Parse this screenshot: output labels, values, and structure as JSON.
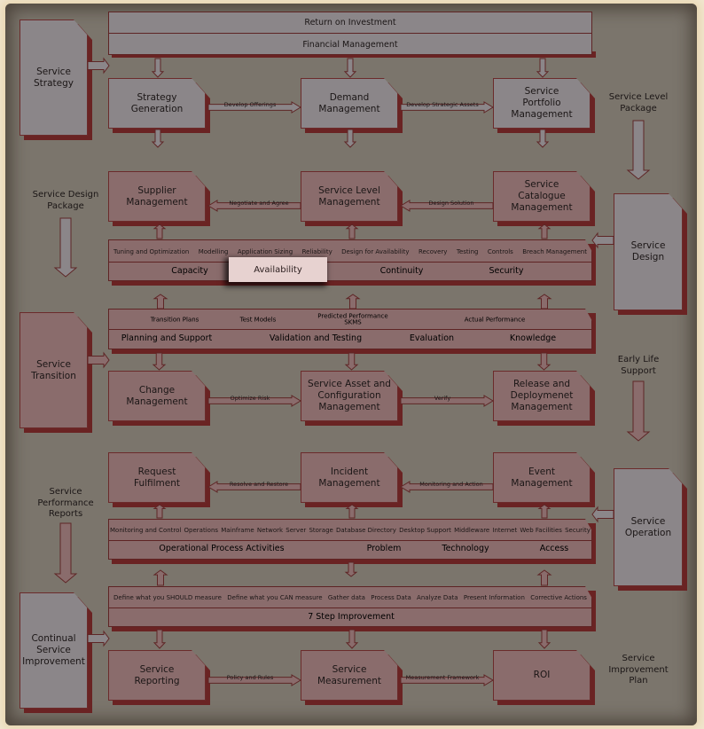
{
  "colors": {
    "background": "#7b756c",
    "grey_box": "#8b8689",
    "red_box": "#8a6c6c",
    "shadow": "#6a2323",
    "highlight": "#e7d2d0"
  },
  "strategy": {
    "side_label": "Service\nStrategy",
    "band_rows": [
      "Return on Investment",
      "Financial Management"
    ],
    "processes": [
      "Strategy\nGeneration",
      "Demand\nManagement",
      "Service\nPortfolio\nManagement"
    ],
    "flows": [
      "Develop Offerings",
      "Develop Strategic Assets"
    ],
    "right_note": "Service Level\nPackage"
  },
  "design": {
    "left_note": "Service Design\nPackage",
    "processes": [
      "Supplier\nManagement",
      "Service Level\nManagement",
      "Service\nCatalogue\nManagement"
    ],
    "flows": [
      "Negotiate and Agree",
      "Design Solution"
    ],
    "activities": [
      "Tuning and Optimization",
      "Modelling",
      "Application Sizing",
      "Reliability",
      "Design for Availability",
      "Recovery",
      "Testing",
      "Controls",
      "Breach Management"
    ],
    "areas": [
      "Capacity",
      "Availability",
      "Continuity",
      "Security"
    ],
    "highlighted_area": "Availability",
    "side_label": "Service\nDesign"
  },
  "transition": {
    "activities": [
      "Transition Plans",
      "Test Models",
      "Predicted Performance\nSKMS",
      "Actual Performance"
    ],
    "areas": [
      "Planning and Support",
      "Validation and Testing",
      "Evaluation",
      "Knowledge"
    ],
    "side_label": "Service\nTransition",
    "processes": [
      "Change\nManagement",
      "Service Asset and\nConfiguration\nManagement",
      "Release and\nDeploymenet\nManagement"
    ],
    "flows": [
      "Optimize Risk",
      "Verify"
    ],
    "right_note": "Early Life\nSupport"
  },
  "operation": {
    "processes": [
      "Request\nFulfilment",
      "Incident\nManagement",
      "Event\nManagement"
    ],
    "flows": [
      "Resolve and Restore",
      "Monitoring and Action"
    ],
    "left_note": "Service\nPerformance\nReports",
    "activities": [
      "Monitoring and Control",
      "Operations",
      "Mainframe",
      "Network",
      "Server",
      "Storage",
      "Database Directory",
      "Desktop Support",
      "Middleware",
      "Internet",
      "Web Facilities",
      "Security"
    ],
    "areas": [
      "Operational Process Activities",
      "Problem",
      "Technology",
      "Access"
    ],
    "side_label": "Service\nOperation"
  },
  "csi": {
    "activities": [
      "Define what you SHOULD measure",
      "Define what you CAN measure",
      "Gather data",
      "Process Data",
      "Analyze Data",
      "Present Information",
      "Corrective Actions"
    ],
    "band_title": "7 Step Improvement",
    "side_label": "Continual\nService\nImprovement",
    "processes": [
      "Service\nReporting",
      "Service\nMeasurement",
      "ROI"
    ],
    "flows": [
      "Policy and Rules",
      "Measurement Framework"
    ],
    "right_note": "Service\nImprovement\nPlan"
  }
}
